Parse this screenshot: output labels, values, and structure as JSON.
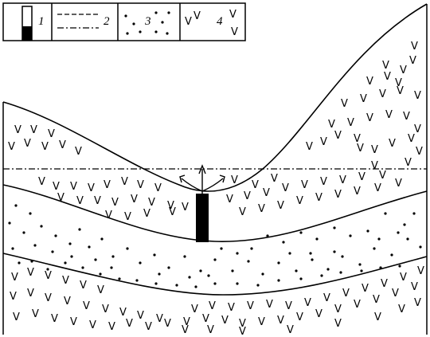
{
  "legend": {
    "items": [
      {
        "number": "1",
        "meaning": "well"
      },
      {
        "number": "2",
        "meaning": "line-types"
      },
      {
        "number": "3",
        "meaning": "dotted-layer"
      },
      {
        "number": "4",
        "meaning": "v-pattern-rock"
      }
    ]
  },
  "colors": {
    "ink": "#000000",
    "paper": "#ffffff"
  },
  "icons": {
    "vee": "V",
    "dot": "•",
    "arrows": "outflow-arrows"
  }
}
